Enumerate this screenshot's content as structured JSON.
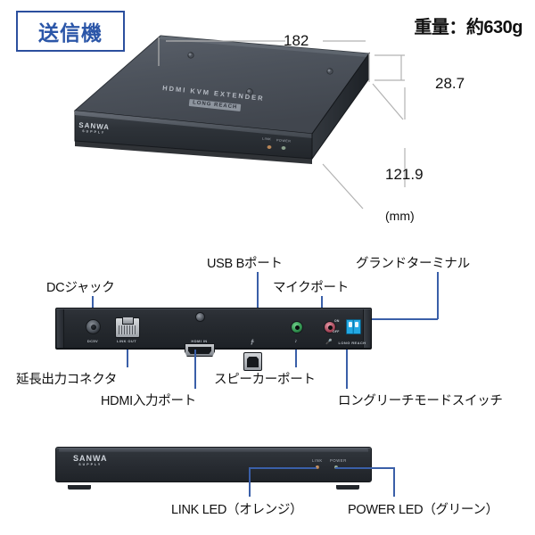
{
  "badge": {
    "label": "送信機"
  },
  "spec": {
    "weight": "重量：約630g",
    "width": "182",
    "height": "28.7",
    "depth": "121.9",
    "unit": "(mm)"
  },
  "device": {
    "top_print": "HDMI KVM EXTENDER",
    "top_badge": "LONG REACH",
    "brand": "SANWA",
    "brand_sub": "SUPPLY",
    "led_link": "LINK",
    "led_power": "POWER"
  },
  "rear_panel": {
    "ports": [
      {
        "name": "dc-jack",
        "label": "DC5V"
      },
      {
        "name": "rj45",
        "label": "LINK OUT"
      },
      {
        "name": "hdmi",
        "label": "HDMI IN"
      },
      {
        "name": "usb-b",
        "label": ""
      },
      {
        "name": "speaker",
        "label": ""
      },
      {
        "name": "mic",
        "label": ""
      },
      {
        "name": "long-reach-switch",
        "label": "LONG REACH"
      }
    ],
    "switch_on": "ON",
    "switch_off": "OFF"
  },
  "callouts": {
    "dc_jack": "DCジャック",
    "usb_b": "USB Bポート",
    "mic": "マイクポート",
    "ground_terminal": "グランドターミナル",
    "link_out": "延長出力コネクタ",
    "hdmi_in": "HDMI入力ポート",
    "speaker": "スピーカーポート",
    "long_reach": "ロングリーチモードスイッチ",
    "link_led": "LINK LED（オレンジ）",
    "power_led": "POWER LED（グリーン）"
  },
  "colors": {
    "accent_blue": "#2b56a8",
    "leader_blue": "#3a5fa8",
    "dim_gray": "#b2b2b2",
    "body_dark": "#2a2e34",
    "switch_blue": "#1b9ed9",
    "led_orange": "#c08a5a",
    "led_green": "#7f9a80"
  }
}
